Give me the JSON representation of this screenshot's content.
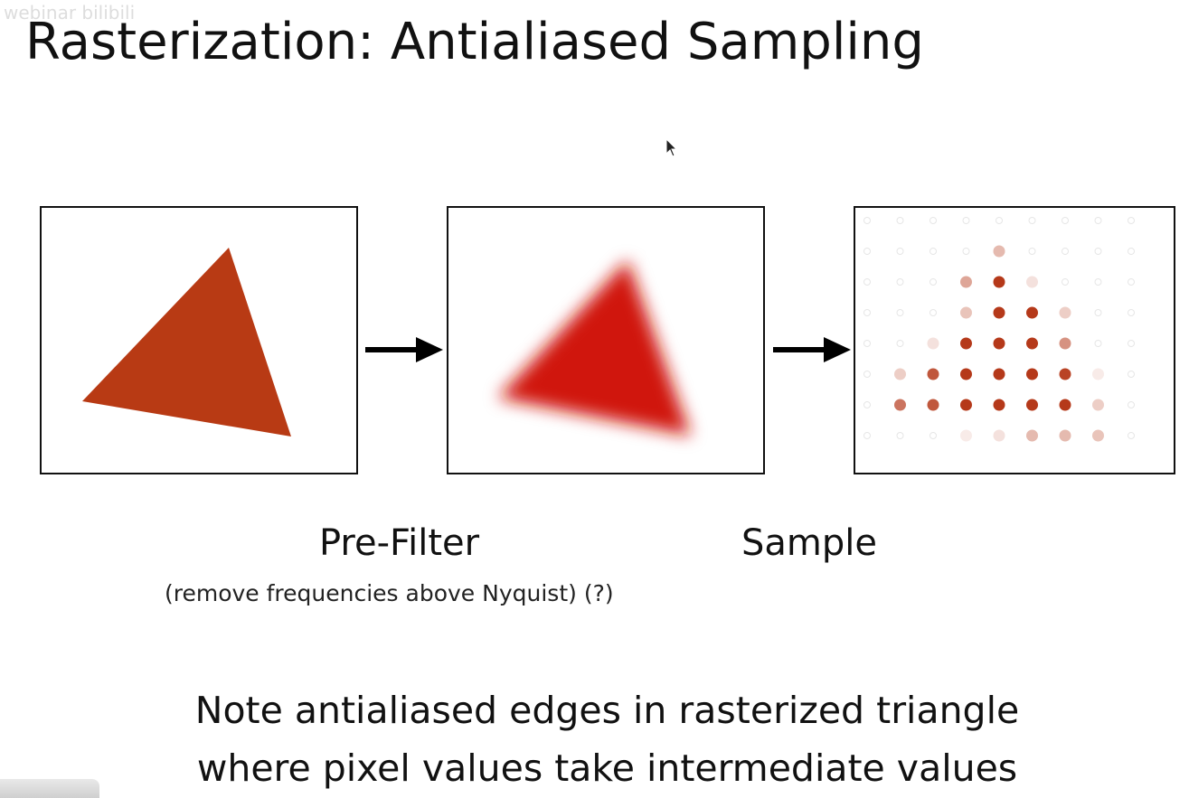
{
  "watermark": {
    "text": "webinar bilibili"
  },
  "slide": {
    "title": "Rasterization: Antialiased Sampling",
    "labels": {
      "prefilter": "Pre-Filter",
      "prefilter_note": "(remove frequencies above Nyquist) (?)",
      "sample": "Sample"
    },
    "note_lines": [
      "Note antialiased edges in rasterized triangle",
      "where pixel values take intermediate values"
    ]
  },
  "colors": {
    "triangle_original": "#b83a14",
    "triangle_blurred": "#d0130a",
    "sample_dark": "#b5391a",
    "frame": "#111111"
  },
  "icons": {
    "arrow": "right-arrow-icon",
    "cursor": "mouse-pointer-icon"
  },
  "samples": {
    "cols": 9,
    "rows": 8,
    "intensity": [
      [
        0,
        0,
        0,
        0,
        0,
        0,
        0,
        0,
        0
      ],
      [
        0,
        0,
        0,
        0,
        0.35,
        0,
        0,
        0,
        0
      ],
      [
        0,
        0,
        0,
        0.45,
        1,
        0.15,
        0,
        0,
        0
      ],
      [
        0,
        0,
        0,
        0.3,
        1,
        1,
        0.25,
        0,
        0
      ],
      [
        0,
        0,
        0.15,
        1,
        1,
        1,
        0.55,
        0,
        0
      ],
      [
        0,
        0.25,
        0.85,
        1,
        1,
        1,
        0.95,
        0.1,
        0
      ],
      [
        0,
        0.7,
        0.85,
        1,
        1,
        1,
        1,
        0.25,
        0
      ],
      [
        0,
        0,
        0,
        0.1,
        0.15,
        0.35,
        0.35,
        0.3,
        0
      ]
    ]
  }
}
